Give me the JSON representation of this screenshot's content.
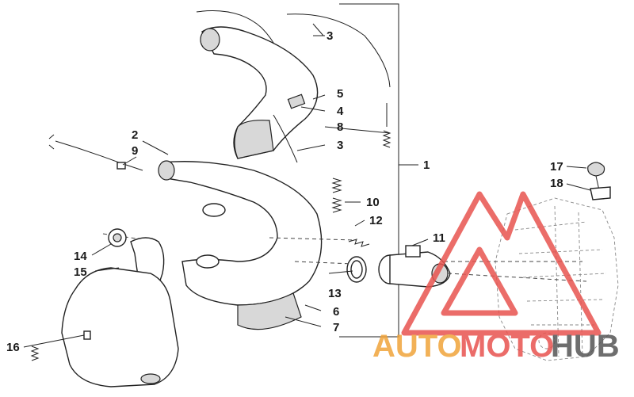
{
  "callouts": [
    {
      "id": "c1",
      "label": "1"
    },
    {
      "id": "c2",
      "label": "2"
    },
    {
      "id": "c3a",
      "label": "3"
    },
    {
      "id": "c3b",
      "label": "3"
    },
    {
      "id": "c4",
      "label": "4"
    },
    {
      "id": "c5",
      "label": "5"
    },
    {
      "id": "c6",
      "label": "6"
    },
    {
      "id": "c7",
      "label": "7"
    },
    {
      "id": "c8",
      "label": "8"
    },
    {
      "id": "c9",
      "label": "9"
    },
    {
      "id": "c10",
      "label": "10"
    },
    {
      "id": "c11",
      "label": "11"
    },
    {
      "id": "c12",
      "label": "12"
    },
    {
      "id": "c13",
      "label": "13"
    },
    {
      "id": "c14",
      "label": "14"
    },
    {
      "id": "c15",
      "label": "15"
    },
    {
      "id": "c16",
      "label": "16"
    },
    {
      "id": "c17",
      "label": "17"
    },
    {
      "id": "c18",
      "label": "18"
    }
  ],
  "watermark": {
    "part1": "AUTO",
    "part2": "MOTO",
    "part3": "HUB",
    "color_primary": "#e8534f",
    "color_secondary": "#f0a43a",
    "color_dark": "#555555"
  }
}
